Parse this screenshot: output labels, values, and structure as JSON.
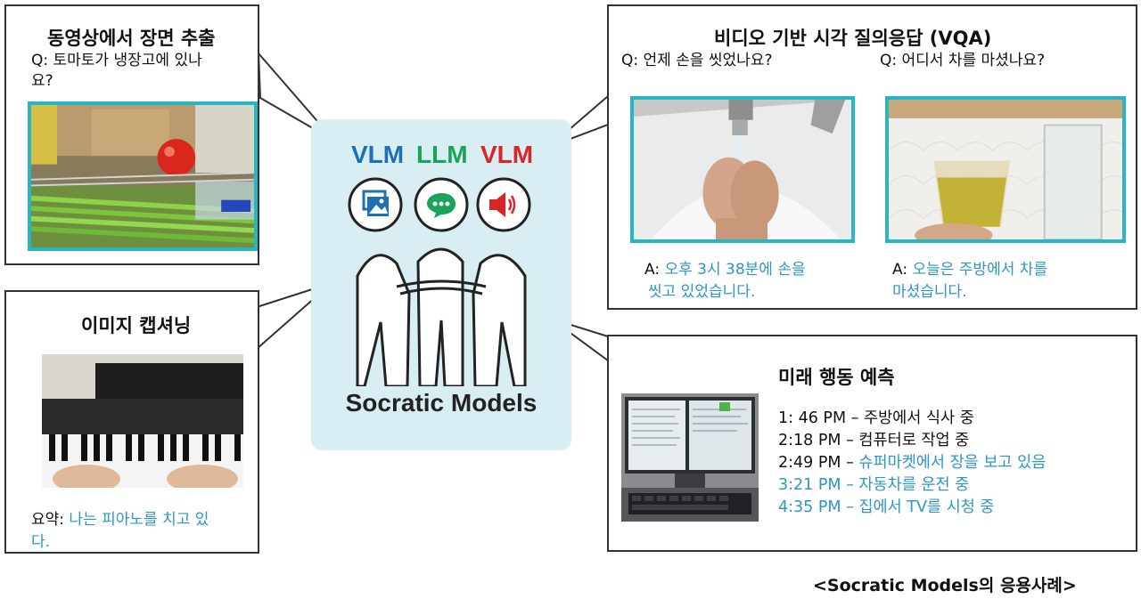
{
  "extract": {
    "title": "동영상에서 장면 추출",
    "question_line1": "Q: 토마토가 냉장고에 있나",
    "question_line2": "요?"
  },
  "caption_panel": {
    "title": "이미지 캡셔닝",
    "summary_label": "요약:",
    "summary_line1": "나는 피아노를 치고 있",
    "summary_line2": "다."
  },
  "center": {
    "labels": [
      {
        "text": "VLM",
        "color": "#1f6fb4"
      },
      {
        "text": "LLM",
        "color": "#1aa35a"
      },
      {
        "text": "VLM",
        "color": "#d9252a"
      }
    ],
    "icons": [
      "image-icon",
      "chat-bubble-icon",
      "speaker-icon"
    ],
    "title": "Socratic Models"
  },
  "vqa": {
    "title": "비디오 기반 시각 질의응답 (VQA)",
    "q1": "Q: 언제 손을 씻었나요?",
    "q2": "Q: 어디서 차를 마셨나요?",
    "a1_label": "A:",
    "a1_line1": "오후 3시 38분에 손을",
    "a1_line2": "씻고 있었습니다.",
    "a2_label": "A:",
    "a2_line1": "오늘은 주방에서 차를",
    "a2_line2": "마셨습니다."
  },
  "forecast": {
    "title": "미래 행동 예측",
    "items": [
      {
        "time": "1: 46 PM –",
        "text": "주방에서 식사 중",
        "predicted": false
      },
      {
        "time": "2:18 PM –",
        "text": "컴퓨터로 작업 중",
        "predicted": false
      },
      {
        "time": "2:49 PM –",
        "text": "슈퍼마켓에서 장을 보고 있음",
        "predicted": true
      },
      {
        "time": "3:21 PM –",
        "text": "자동차를 운전 중",
        "predicted": true
      },
      {
        "time": "4:35 PM –",
        "text": "집에서 TV를 시청 중",
        "predicted": true
      }
    ]
  },
  "figure_caption": "<Socratic Models의 응용사례>",
  "colors": {
    "accent_blue": "#2f95c8",
    "frame_cyan": "#27b6c4",
    "center_bg": "#d8eef2"
  }
}
